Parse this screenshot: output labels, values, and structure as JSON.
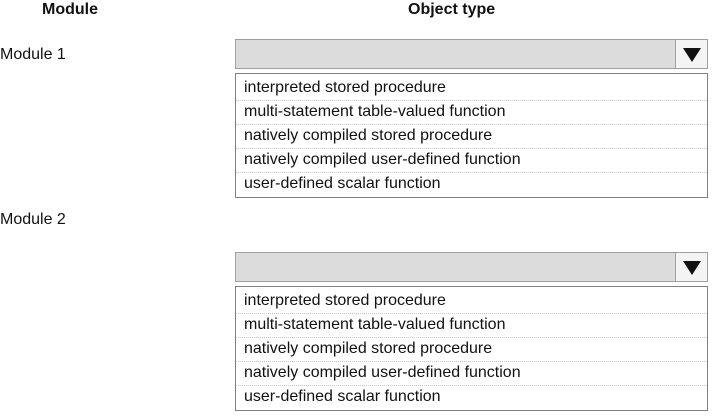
{
  "headers": {
    "module": "Module",
    "object_type": "Object type"
  },
  "modules": [
    {
      "label": "Module 1",
      "selected": "",
      "options": [
        "interpreted stored procedure",
        "multi-statement table-valued function",
        "natively compiled stored procedure",
        "natively compiled user-defined function",
        "user-defined scalar function"
      ]
    },
    {
      "label": "Module 2",
      "selected": "",
      "options": [
        "interpreted stored procedure",
        "multi-statement table-valued function",
        "natively compiled stored procedure",
        "natively compiled user-defined function",
        "user-defined scalar function"
      ]
    }
  ],
  "colors": {
    "select_bg": "#dcdcdc",
    "border": "#808080",
    "arrow": "#111111"
  },
  "icons": {
    "dropdown": "triangle-down-icon"
  }
}
